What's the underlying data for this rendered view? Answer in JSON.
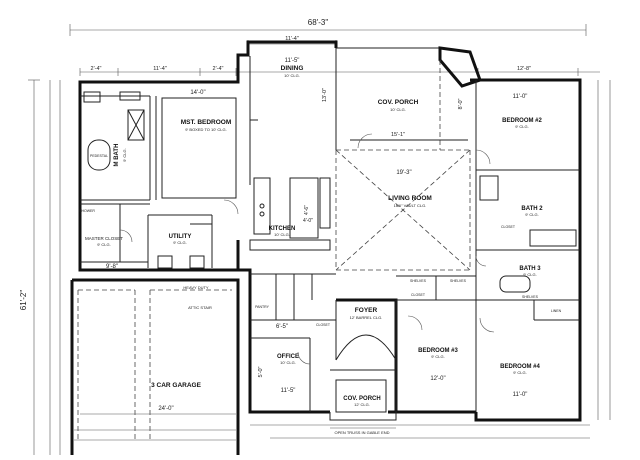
{
  "dimensions": {
    "overall_width": "68'-3\"",
    "overall_depth": "61'-2\"",
    "dining_width": "11'-5\"",
    "garage_width": "24'-0\"",
    "office_width": "11'-5\"",
    "master_width": "14'-0\"",
    "foyer_width": "6'-5\"",
    "utility_width": "9'-8\"",
    "porch_width": "15'-1\"",
    "living_width": "19'-3\"",
    "bed2_width": "11'-0\"",
    "bed3_width": "12'-0\"",
    "bed4_width": "11'-0\"",
    "dim_a": "2'-4\"",
    "dim_b": "11'-4\"",
    "dim_c": "2'-4\"",
    "dim_d": "4'-0\"",
    "dim_e": "4'-6\"",
    "dim_f": "11'-4\"",
    "dim_g": "13'-0\"",
    "dim_h": "12'-8\"",
    "dim_i": "8'-0\"",
    "dim_j": "5'-0\""
  },
  "rooms": {
    "dining": {
      "name": "DINING",
      "ceiling": "10' CLG."
    },
    "mst_bedroom": {
      "name": "MST. BEDROOM",
      "ceiling": "9' BOXED TO 10' CLG."
    },
    "mst_bath": {
      "name": "M BATH",
      "ceiling": "9' CLG."
    },
    "master_closet": {
      "name": "MASTER CLOSET",
      "ceiling": "9' CLG."
    },
    "utility": {
      "name": "UTILITY",
      "ceiling": "9' CLG."
    },
    "kitchen": {
      "name": "KITCHEN",
      "ceiling": "10' CLG."
    },
    "cov_porch_rear": {
      "name": "COV. PORCH",
      "ceiling": "10' CLG."
    },
    "living_room": {
      "name": "LIVING ROOM",
      "ceiling": "16'6\" VAULT CLG."
    },
    "bedroom2": {
      "name": "BEDROOM #2",
      "ceiling": "9' CLG."
    },
    "bath2": {
      "name": "BATH 2",
      "ceiling": "9' CLG."
    },
    "bath3": {
      "name": "BATH 3",
      "ceiling": "9' CLG."
    },
    "foyer": {
      "name": "FOYER",
      "ceiling": "12' BARREL CLG."
    },
    "office": {
      "name": "OFFICE",
      "ceiling": "10' CLG."
    },
    "garage": {
      "name": "3 CAR GARAGE",
      "ceiling": ""
    },
    "bedroom3": {
      "name": "BEDROOM #3",
      "ceiling": "9' CLG."
    },
    "bedroom4": {
      "name": "BEDROOM #4",
      "ceiling": "9' CLG."
    },
    "cov_porch_front": {
      "name": "COV. PORCH",
      "ceiling": "12' CLG."
    }
  },
  "notes": {
    "heavy_duty": "HEAVY DUTY",
    "attic_stair": "ATTIC STAIR",
    "pantry": "PANTRY",
    "closet": "CLOSET",
    "shelves": "SHELVES",
    "linen": "LINEN",
    "shower": "SHOWER",
    "pedestal": "PEDESTAL",
    "open_truss": "OPEN TRUSS IN GABLE END"
  }
}
